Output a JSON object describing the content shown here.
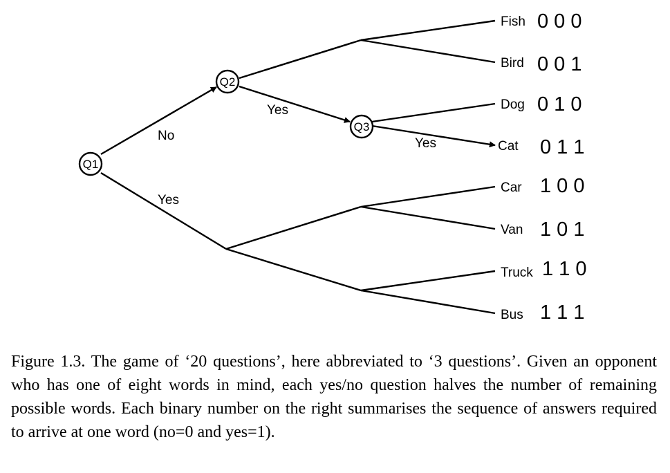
{
  "nodes": {
    "q1": "Q1",
    "q2": "Q2",
    "q3": "Q3"
  },
  "edge_labels": {
    "q1_no": "No",
    "q1_yes": "Yes",
    "q2_yes": "Yes",
    "q3_yes": "Yes"
  },
  "leaves": [
    {
      "word": "Fish",
      "code": "0 0 0"
    },
    {
      "word": "Bird",
      "code": "0 0 1"
    },
    {
      "word": "Dog",
      "code": "0 1 0"
    },
    {
      "word": "Cat",
      "code": "0 1 1"
    },
    {
      "word": "Car",
      "code": "1 0 0"
    },
    {
      "word": "Van",
      "code": "1 0 1"
    },
    {
      "word": "Truck",
      "code": "1 1 0"
    },
    {
      "word": "Bus",
      "code": "1 1 1"
    }
  ],
  "caption": "Figure 1.3.  The game of ‘20 questions’, here abbreviated to ‘3 questions’. Given an opponent who has one of eight words in mind, each yes/no question halves the number of remaining possible words. Each binary number on the right summarises the sequence of answers required to arrive at one word (no=0 and yes=1)."
}
